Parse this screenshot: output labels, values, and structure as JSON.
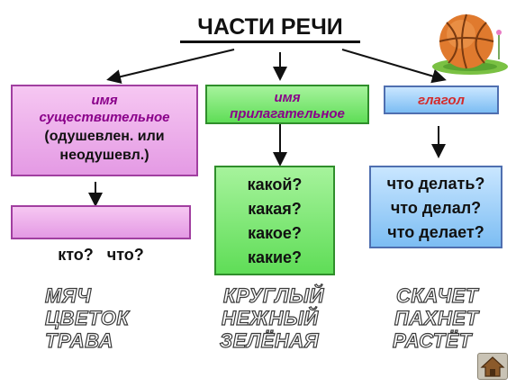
{
  "title": "ЧАСТИ РЕЧИ",
  "noun": {
    "line1": "имя",
    "line2": "существительное",
    "line3": "(одушевлен. или",
    "line4": "неодушевл.)",
    "questions": "кто?   что?",
    "examples": [
      "МЯЧ",
      "ЦВЕТОК",
      "ТРАВА"
    ]
  },
  "adjective": {
    "line1": "имя",
    "line2": "прилагательное",
    "questions": [
      "какой?",
      "какая?",
      "какое?",
      "какие?"
    ],
    "examples": [
      "КРУГЛЫЙ",
      "НЕЖНЫЙ",
      "ЗЕЛЁНАЯ"
    ]
  },
  "verb": {
    "label": "глагол",
    "questions": [
      "что делать?",
      "что делал?",
      "что делает?"
    ],
    "examples": [
      "СКАЧЕТ",
      "ПАХНЕТ",
      "РАСТЁТ"
    ]
  },
  "icons": {
    "ball": "basketball-icon",
    "home": "home-icon"
  }
}
